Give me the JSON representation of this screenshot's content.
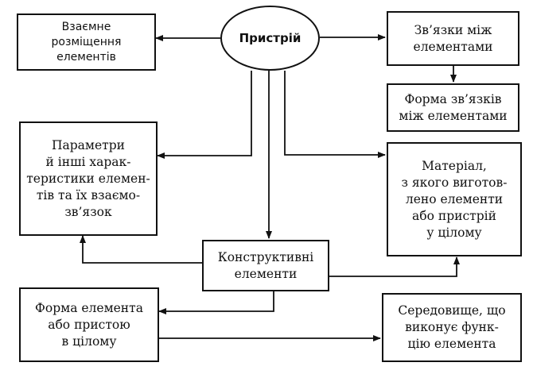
{
  "center": {
    "label": "Пристрій"
  },
  "boxes": {
    "arrangement": "Взаємне\nрозміщення\nелементів",
    "links": "Зв’язки між\nелементами",
    "link_form": "Форма зв’язків\nміж елементами",
    "parameters": "Параметри\nй інші харак-\nтеристики елемен-\nтів та їх взаємо-\nзв’язок",
    "material": "Матеріал,\nз якого виготов-\nлено елементи\nабо пристрій\nу цілому",
    "structural": "Конструктивні\nелементи",
    "element_form": "Форма елемента\nабо пристою\nв цілому",
    "environment": "Середовище, що\nвиконує функ-\nцію елемента"
  },
  "colors": {
    "line": "#111111",
    "background": "#ffffff"
  }
}
